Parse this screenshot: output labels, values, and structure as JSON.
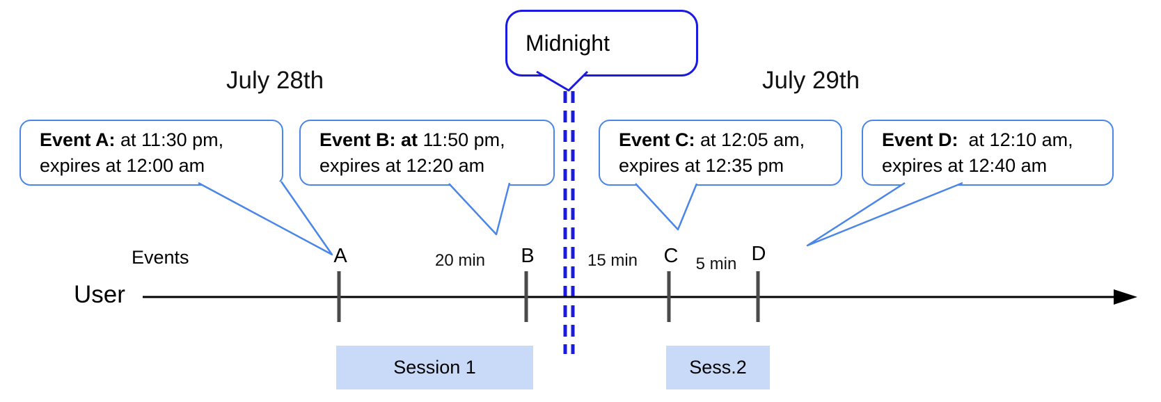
{
  "dates": {
    "left": "July 28th",
    "right": "July 29th"
  },
  "midnight": {
    "label": "Midnight"
  },
  "events": [
    {
      "name": "A",
      "bold": "Event A:",
      "rest": " at 11:30 pm,",
      "line2": "expires at 12:00 am"
    },
    {
      "name": "B",
      "bold": "Event B: at",
      "rest": " 11:50 pm,",
      "line2": "expires at 12:20 am"
    },
    {
      "name": "C",
      "bold": "Event C:",
      "rest": " at 12:05 am,",
      "line2": "expires at 12:35 pm"
    },
    {
      "name": "D",
      "bold": "Event D:",
      "rest": "  at 12:10 am,",
      "line2": "expires at 12:40 am"
    }
  ],
  "timeline": {
    "events_label": "Events",
    "user_label": "User",
    "ticks": [
      "A",
      "B",
      "C",
      "D"
    ],
    "gaps": [
      "20 min",
      "15 min",
      "5 min"
    ]
  },
  "sessions": [
    {
      "label": "Session 1"
    },
    {
      "label": "Sess.2"
    }
  ],
  "colors": {
    "event_callout_border": "#4a86e8",
    "midnight_border": "#1b1be0",
    "midnight_dashed_line": "#1b1be0",
    "session_fill": "#c9daf8",
    "tick_gray": "#4a4a4a",
    "timeline_black": "#000000"
  }
}
